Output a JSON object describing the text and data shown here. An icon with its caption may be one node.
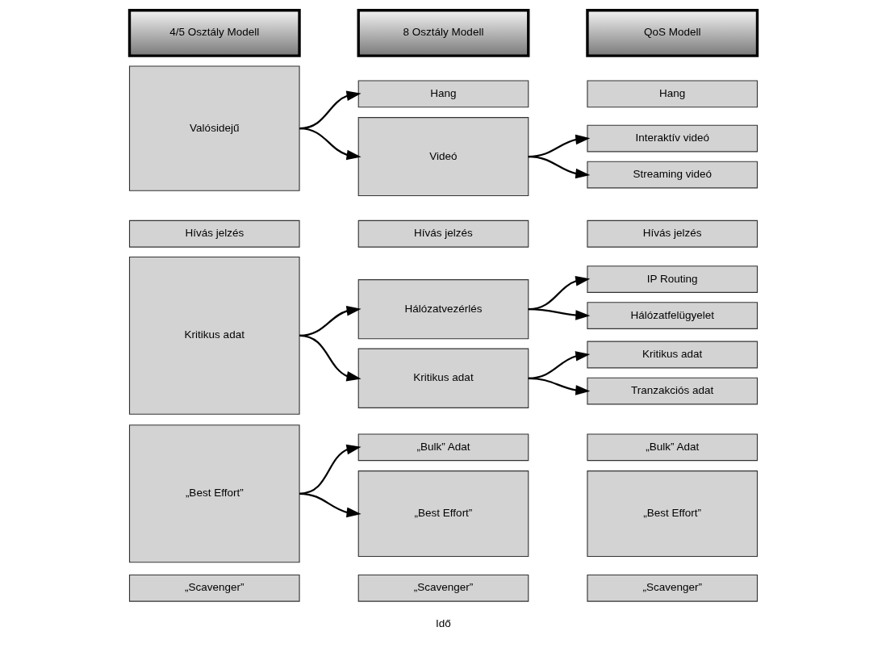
{
  "diagram": {
    "nodes": [
      {
        "text": [
          "4/5 Osztály Modell"
        ]
      },
      {
        "text": [
          "8 Osztály Modell"
        ]
      },
      {
        "text": [
          "QoS Modell"
        ]
      },
      {
        "text": [
          "Valósidejű"
        ]
      },
      {
        "text": [
          "Hívás jelzés"
        ]
      },
      {
        "text": [
          "Kritikus adat"
        ]
      },
      {
        "text": [
          "„Best Effort”"
        ]
      },
      {
        "text": [
          "„Scavenger”"
        ]
      },
      {
        "text": [
          "Hang"
        ]
      },
      {
        "text": [
          "Videó"
        ]
      },
      {
        "text": [
          "Hívás jelzés"
        ]
      },
      {
        "text": [
          "Hálózatvezérlés"
        ]
      },
      {
        "text": [
          "Kritikus adat"
        ]
      },
      {
        "text": [
          "„Bulk” Adat"
        ]
      },
      {
        "text": [
          "„Best Effort”"
        ]
      },
      {
        "text": [
          "„Scavenger”"
        ]
      },
      {
        "text": [
          "Hang"
        ]
      },
      {
        "text": [
          "Interaktív videó"
        ]
      },
      {
        "text": [
          "Streaming videó"
        ]
      },
      {
        "text": [
          "Hívás jelzés"
        ]
      },
      {
        "text": [
          "IP Routing"
        ]
      },
      {
        "text": [
          "Hálózatfelügyelet"
        ]
      },
      {
        "text": [
          "Kritikus adat"
        ]
      },
      {
        "text": [
          "Tranzakciós adat"
        ]
      },
      {
        "text": [
          "„Bulk” Adat"
        ]
      },
      {
        "text": [
          "„Best Effort”"
        ]
      },
      {
        "text": [
          "„Scavenger”"
        ]
      }
    ],
    "edges": [
      {
        "from": 3,
        "to": 8,
        "arrow": "to"
      },
      {
        "from": 3,
        "to": 9,
        "arrow": "to"
      },
      {
        "from": 9,
        "to": 17,
        "arrow": "to"
      },
      {
        "from": 9,
        "to": 18,
        "arrow": "to"
      },
      {
        "from": 5,
        "to": 11,
        "arrow": "to"
      },
      {
        "from": 5,
        "to": 12,
        "arrow": "to"
      },
      {
        "from": 11,
        "to": 20,
        "arrow": "to"
      },
      {
        "from": 11,
        "to": 21,
        "arrow": "to"
      },
      {
        "from": 12,
        "to": 22,
        "arrow": "to"
      },
      {
        "from": 12,
        "to": 23,
        "arrow": "to"
      },
      {
        "from": 6,
        "to": 13,
        "arrow": "to"
      },
      {
        "from": 6,
        "to": 14,
        "arrow": "to"
      }
    ],
    "labels": [
      "Idő"
    ]
  }
}
